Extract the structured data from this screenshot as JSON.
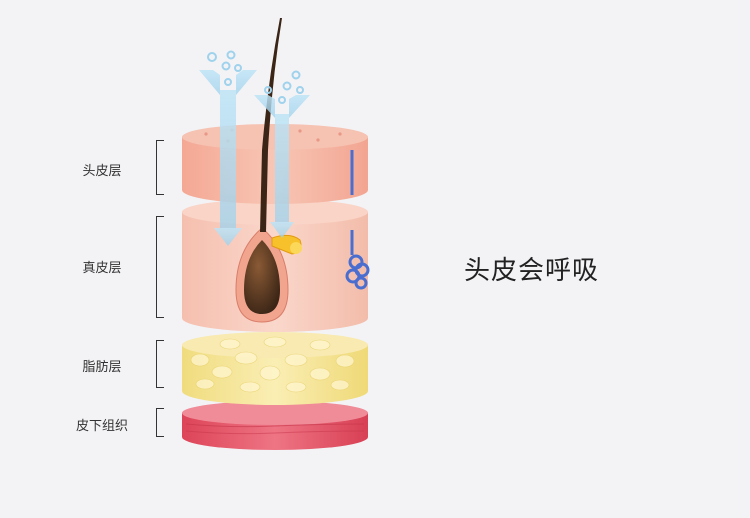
{
  "headline": "头皮会呼吸",
  "layers": [
    {
      "label": "头皮层"
    },
    {
      "label": "真皮层"
    },
    {
      "label": "脂肪层"
    },
    {
      "label": "皮下组织"
    }
  ],
  "colors": {
    "background": "#f3f3f6",
    "epidermis": "#f6b8a4",
    "dermis": "#f6c7b9",
    "fat": "#f5e69a",
    "subcutaneous": "#e8566a",
    "air_arrow": "#a9d7ef",
    "hair": "#3b2516"
  }
}
